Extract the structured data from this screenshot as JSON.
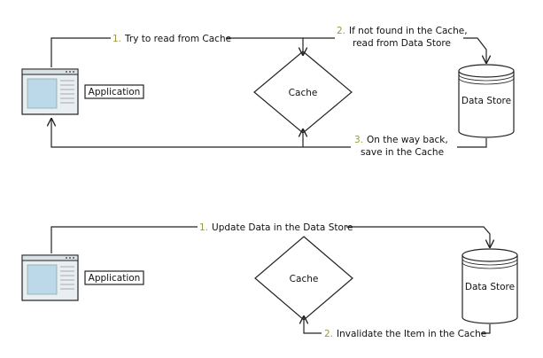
{
  "top": {
    "app_label": "Application",
    "cache_label": "Cache",
    "store_label": "Data Store",
    "step1": {
      "num": "1.",
      "text": "Try to read from Cache"
    },
    "step2": {
      "num": "2.",
      "line1": "If not found in the Cache,",
      "line2": "read from Data Store"
    },
    "step3": {
      "num": "3.",
      "line1": "On the way back,",
      "line2": "save in the Cache"
    }
  },
  "bottom": {
    "app_label": "Application",
    "cache_label": "Cache",
    "store_label": "Data Store",
    "step1": {
      "num": "1.",
      "text": "Update Data in the Data Store"
    },
    "step2": {
      "num": "2.",
      "text": "Invalidate the Item in the Cache"
    }
  },
  "colors": {
    "window_blue": "#bcd9ea",
    "window_frame": "#e8eef2",
    "step_number": "#9a9a3a"
  }
}
